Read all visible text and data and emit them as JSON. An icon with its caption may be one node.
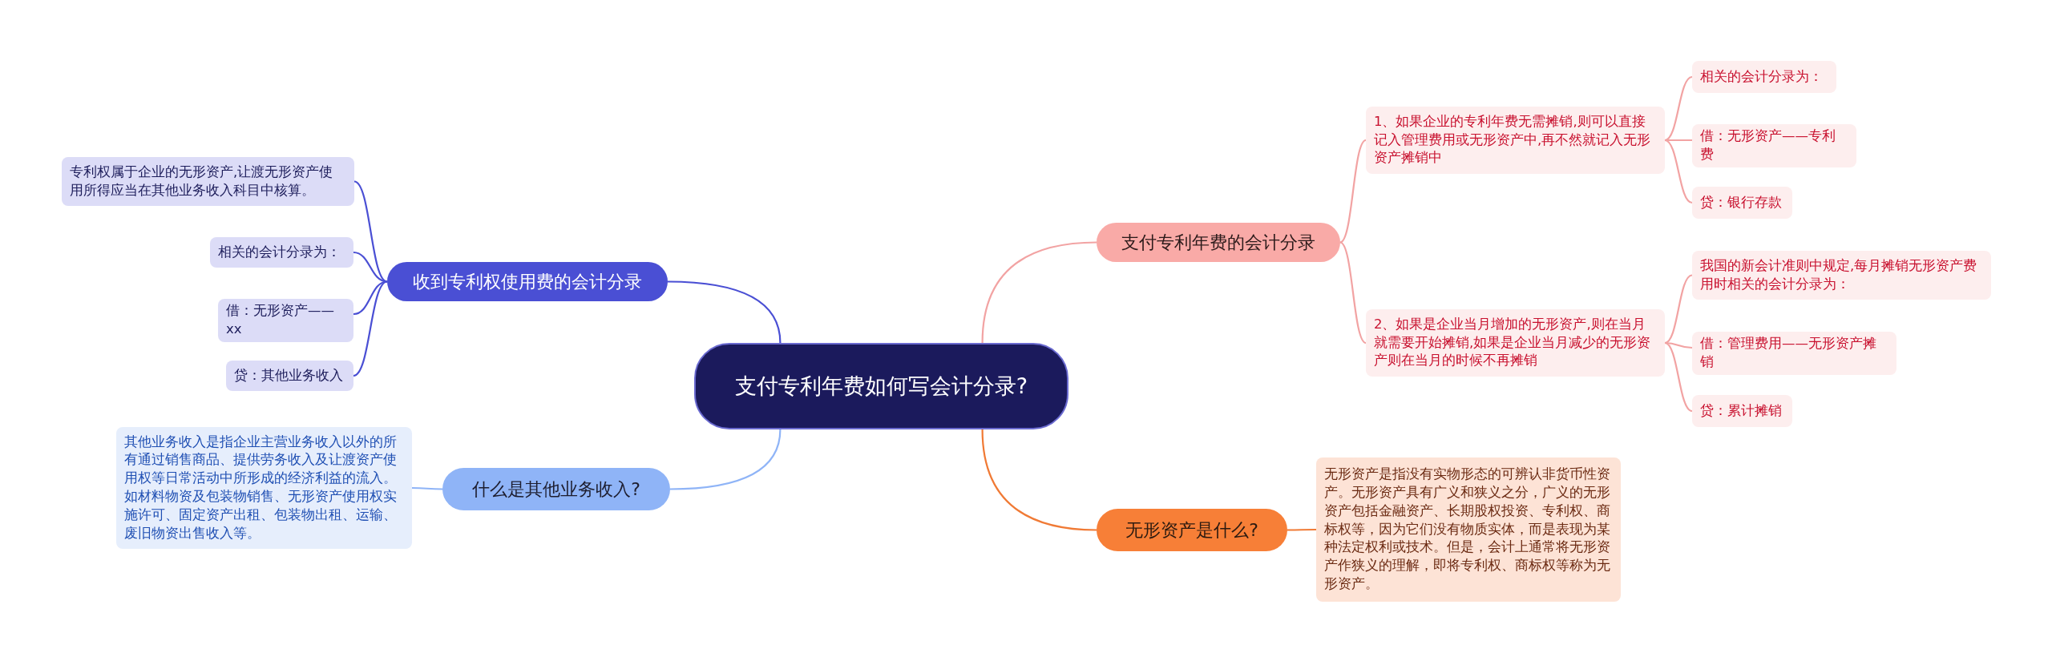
{
  "diagram": {
    "nodes": [
      {
        "text": [
          "支付专利年费如何写会计分录?"
        ]
      },
      {
        "text": [
          "收到专利权使用费的会计分录"
        ]
      },
      {
        "text": [
          "专利权属于企业的无形资产,让渡无形资产使用所得应当在其他业务收入科目中核算。"
        ]
      },
      {
        "text": [
          "相关的会计分录为："
        ]
      },
      {
        "text": [
          "借：无形资产——xx"
        ]
      },
      {
        "text": [
          "贷：其他业务收入"
        ]
      },
      {
        "text": [
          "什么是其他业务收入?"
        ]
      },
      {
        "text": [
          "其他业务收入是指企业主营业务收入以外的所有通过销售商品、提供劳务收入及让渡资产使用权等日常活动中所形成的经济利益的流入。如材料物资及包装物销售、无形资产使用权实施许可、固定资产出租、包装物出租、运输、废旧物资出售收入等。"
        ]
      },
      {
        "text": [
          "支付专利年费的会计分录"
        ]
      },
      {
        "text": [
          "1、如果企业的专利年费无需摊销,则可以直接记入管理费用或无形资产中,再不然就记入无形资产摊销中"
        ]
      },
      {
        "text": [
          "相关的会计分录为："
        ]
      },
      {
        "text": [
          "借：无形资产——专利费"
        ]
      },
      {
        "text": [
          "贷：银行存款"
        ]
      },
      {
        "text": [
          "2、如果是企业当月增加的无形资产,则在当月就需要开始摊销,如果是企业当月减少的无形资产则在当月的时候不再摊销"
        ]
      },
      {
        "text": [
          "我国的新会计准则中规定,每月摊销无形资产费用时相关的会计分录为："
        ]
      },
      {
        "text": [
          "借：管理费用——无形资产摊销"
        ]
      },
      {
        "text": [
          "贷：累计摊销"
        ]
      },
      {
        "text": [
          "无形资产是什么?"
        ]
      },
      {
        "text": [
          "无形资产是指没有实物形态的可辨认非货币性资产。无形资产具有广义和狭义之分，广义的无形资产包括金融资产、长期股权投资、专利权、商标权等，因为它们没有物质实体，而是表现为某种法定权利或技术。但是，会计上通常将无形资产作狭义的理解，即将专利权、商标权等称为无形资产。"
        ]
      }
    ],
    "edges": [
      {
        "from": 0,
        "to": 1,
        "arrow": "none",
        "color": "#4a4fd4"
      },
      {
        "from": 1,
        "to": 2,
        "arrow": "none",
        "color": "#4a4fd4"
      },
      {
        "from": 1,
        "to": 3,
        "arrow": "none",
        "color": "#4a4fd4"
      },
      {
        "from": 1,
        "to": 4,
        "arrow": "none",
        "color": "#4a4fd4"
      },
      {
        "from": 1,
        "to": 5,
        "arrow": "none",
        "color": "#4a4fd4"
      },
      {
        "from": 0,
        "to": 6,
        "arrow": "none",
        "color": "#8fb4f7"
      },
      {
        "from": 6,
        "to": 7,
        "arrow": "none",
        "color": "#8fb4f7"
      },
      {
        "from": 0,
        "to": 8,
        "arrow": "none"
      },
      {
        "from": 8,
        "to": 9,
        "arrow": "none"
      },
      {
        "from": 9,
        "to": 10,
        "arrow": "none"
      },
      {
        "from": 9,
        "to": 11,
        "arrow": "none"
      },
      {
        "from": 9,
        "to": 12,
        "arrow": "none"
      },
      {
        "from": 8,
        "to": 13,
        "arrow": "none"
      },
      {
        "from": 13,
        "to": 14,
        "arrow": "none"
      },
      {
        "from": 13,
        "to": 15,
        "arrow": "none"
      },
      {
        "from": 13,
        "to": 16,
        "arrow": "none"
      },
      {
        "from": 0,
        "to": 17,
        "arrow": "none",
        "color": "#f07a35"
      },
      {
        "from": 17,
        "to": 18,
        "arrow": "none",
        "color": "#f07a35"
      }
    ]
  }
}
